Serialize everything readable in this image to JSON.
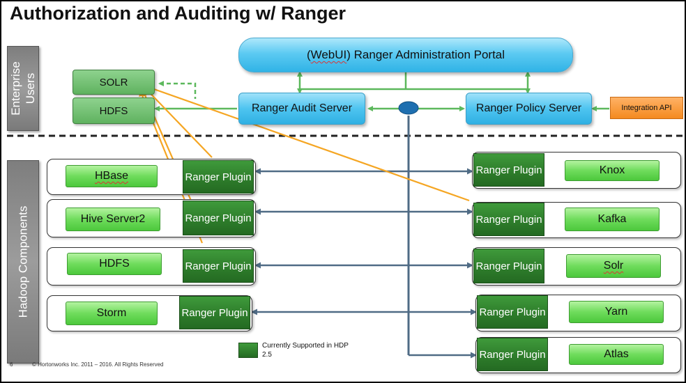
{
  "slide": {
    "title": "Authorization and Auditing w/ Ranger",
    "page_number": "6",
    "copyright": "© Hortonworks Inc. 2011 – 2016. All Rights Reserved"
  },
  "sections": {
    "enterprise_users": "Enterprise Users",
    "hadoop_components": "Hadoop Components"
  },
  "admin": {
    "portal_prefix": "(",
    "portal_webui": "WebUI",
    "portal_suffix": ") Ranger Administration Portal",
    "audit_server": "Ranger Audit Server",
    "policy_server": "Ranger Policy Server",
    "integration_api": "Integration API"
  },
  "audit_stores": {
    "solr": "SOLR",
    "hdfs": "HDFS"
  },
  "left_components": [
    {
      "name": "HBase",
      "plugin": "Ranger Plugin"
    },
    {
      "name": "Hive Server2",
      "plugin": "Ranger Plugin"
    },
    {
      "name": "HDFS",
      "plugin": "Ranger Plugin"
    },
    {
      "name": "Storm",
      "plugin": "Ranger Plugin"
    }
  ],
  "right_components": [
    {
      "name": "Knox",
      "plugin": "Ranger Plugin"
    },
    {
      "name": "Kafka",
      "plugin": "Ranger Plugin"
    },
    {
      "name": "Solr",
      "plugin": "Ranger Plugin"
    },
    {
      "name": "Yarn",
      "plugin": "Ranger Plugin"
    },
    {
      "name": "Atlas",
      "plugin": "Ranger Plugin"
    }
  ],
  "legend": {
    "text": "Currently Supported in HDP 2.5"
  },
  "colors": {
    "plugin_green": "#2e7d2b",
    "component_green": "#6fdc5c",
    "server_blue": "#4ec4f0",
    "audit_arrow_orange": "#f5a623",
    "sync_arrow_slate": "#4f6b85",
    "connector_green": "#5cb85c",
    "api_orange": "#f48a1f"
  }
}
